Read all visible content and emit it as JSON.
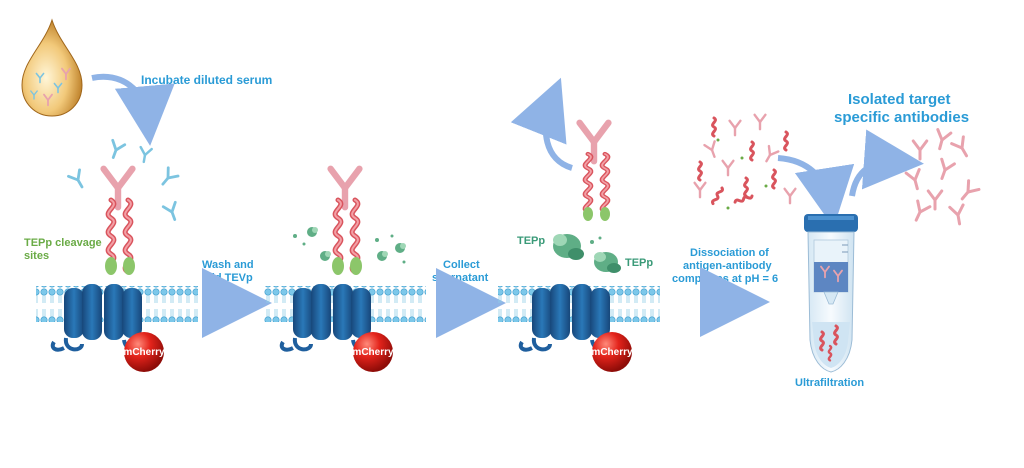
{
  "labels": {
    "incubate": "Incubate diluted serum",
    "cleavage_line1": "TEPp cleavage",
    "cleavage_line2": "sites",
    "wash_line1": "Wash and",
    "wash_line2": "add TEVp",
    "collect_line1": "Collect",
    "collect_line2": "spernatant",
    "tepp_left": "TEPp",
    "tepp_right": "TEPp",
    "dissoc_line1": "Dissociation of",
    "dissoc_line2": "antigen-antibody",
    "dissoc_line3": "complexes at pH = 6",
    "isolated_line1": "Isolated  target",
    "isolated_line2": "specific antibodies",
    "ultrafiltration": "Ultrafiltration",
    "mcherry_1": "mCherry",
    "mcherry_2": "mCherry",
    "mcherry_3": "mCherry"
  },
  "colors": {
    "label_blue": "#2a9bd6",
    "label_green": "#6aab46",
    "receptor_blue": "#1f5f9e",
    "antibody_pink": "#e8a2ad",
    "antigen_red": "#d9545d",
    "mcherry_red": "#d81f18",
    "arrow_blue": "#5b8fd8",
    "membrane_blue": "#7cc8ea"
  },
  "icons": [
    "serum-drop-icon",
    "antibody-icon",
    "receptor-icon",
    "mcherry-sphere-icon",
    "membrane-bilayer-icon",
    "tev-protease-icon",
    "ultrafiltration-tube-icon"
  ]
}
